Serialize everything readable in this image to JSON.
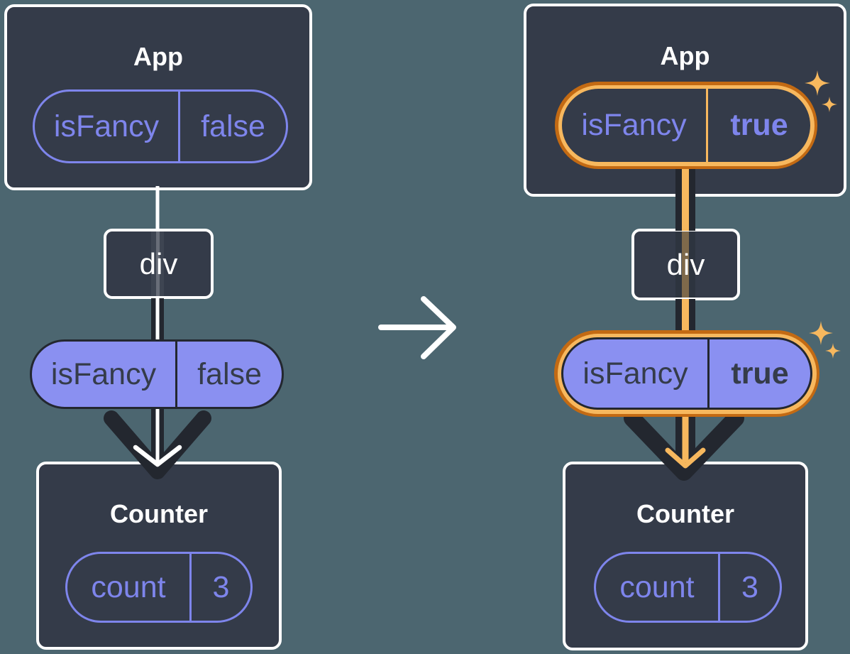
{
  "colors": {
    "background": "#4C6670",
    "box-fill": "#343B49",
    "box-border": "#FFFFFF",
    "purple": "#7E85EC",
    "purple-fill": "#8A90F1",
    "line-dark": "#23272F",
    "orange-dark": "#C36A13",
    "orange-light": "#F7B85E",
    "text-dark": "#353C4A",
    "text-white": "#FFFFFF"
  },
  "before": {
    "app": {
      "title": "App",
      "state_name": "isFancy",
      "state_value": "false"
    },
    "div_label": "div",
    "prop_name": "isFancy",
    "prop_value": "false",
    "counter": {
      "title": "Counter",
      "state_name": "count",
      "state_value": "3"
    }
  },
  "after": {
    "app": {
      "title": "App",
      "state_name": "isFancy",
      "state_value": "true"
    },
    "div_label": "div",
    "prop_name": "isFancy",
    "prop_value": "true",
    "counter": {
      "title": "Counter",
      "state_name": "count",
      "state_value": "3"
    }
  }
}
